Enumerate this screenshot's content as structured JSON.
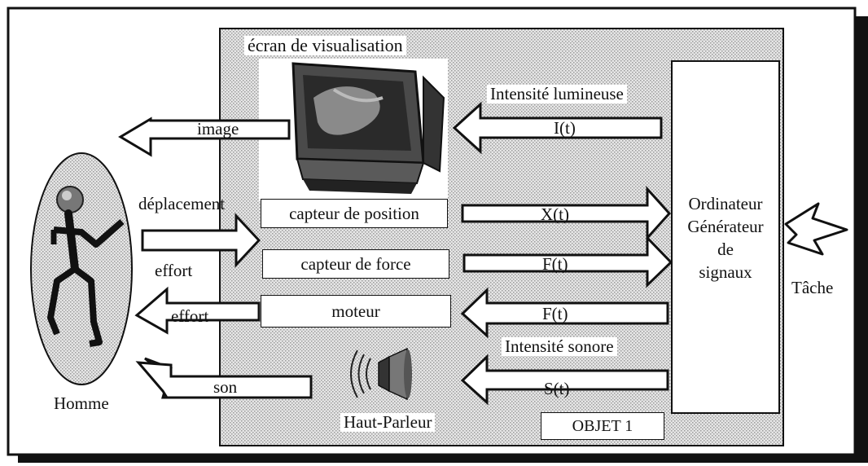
{
  "diagram": {
    "human": {
      "label": "Homme"
    },
    "screen": {
      "label": "écran de visualisation"
    },
    "speaker": {
      "label": "Haut-Parleur"
    },
    "computer": {
      "lines": [
        "Ordinateur",
        "Générateur",
        "de",
        "signaux"
      ]
    },
    "task": {
      "label": "Tâche"
    },
    "object": {
      "label": "OBJET 1"
    },
    "blocks": {
      "position_sensor": "capteur de position",
      "force_sensor": "capteur de force",
      "motor": "moteur"
    },
    "arrows": {
      "image": "image",
      "displacement": "déplacement",
      "effort_in": "effort",
      "effort_out": "effort",
      "sound": "son",
      "light_intensity": "Intensité lumineuse",
      "light_signal": "I(t)",
      "position_signal": "X(t)",
      "force_signal": "F(t)",
      "motor_signal": "F(t)",
      "sound_intensity": "Intensité sonore",
      "sound_signal": "S(t)"
    }
  }
}
